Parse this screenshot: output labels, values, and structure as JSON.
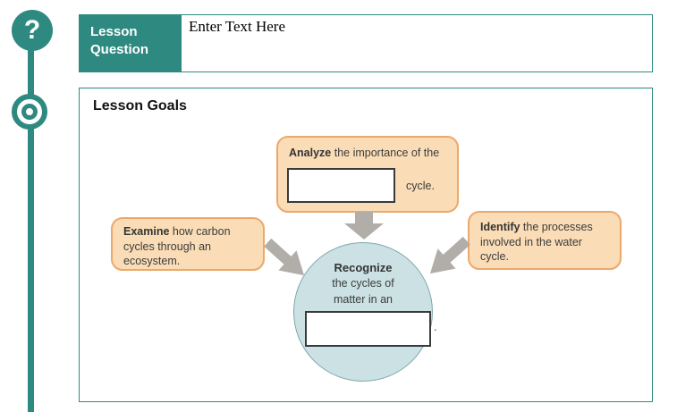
{
  "colors": {
    "teal": "#2E8A80",
    "bubble_fill": "#FADCB6",
    "bubble_border": "#ECA86B",
    "arrow_gray": "#B1AEAA",
    "circle_fill": "#CBE1E4",
    "circle_border": "#7FA7AD",
    "blank_border": "#3A3A3A",
    "text_dark": "#3C3C3C"
  },
  "sidebar": {
    "question_icon_glyph": "?"
  },
  "lesson_question": {
    "label": "Lesson Question",
    "text_value": "Enter Text Here"
  },
  "lesson_goals": {
    "title": "Lesson Goals",
    "analyze": {
      "lead": "Analyze",
      "rest": " the importance of the",
      "input_value": "",
      "suffix": "cycle."
    },
    "examine": {
      "lead": "Examine",
      "rest": " how carbon cycles through an ecosystem."
    },
    "identify": {
      "lead": "Identify",
      "rest": " the processes involved in the water cycle."
    },
    "recognize": {
      "lead": "Recognize",
      "line2": "the cycles of",
      "line3": "matter in an",
      "input_value": "",
      "suffix": "."
    }
  }
}
